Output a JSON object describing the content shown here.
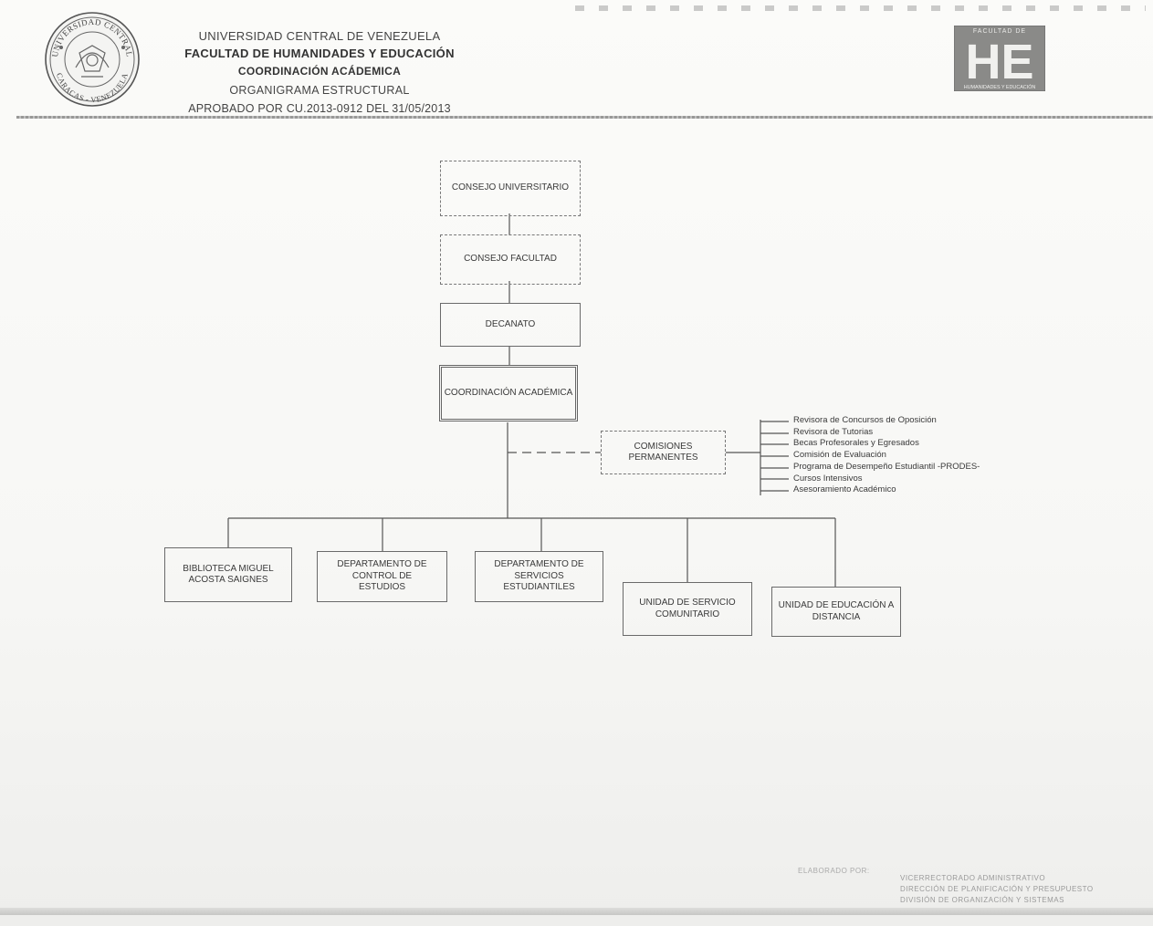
{
  "header": {
    "line1": "UNIVERSIDAD CENTRAL DE VENEZUELA",
    "line2": "FACULTAD DE HUMANIDADES Y EDUCACIÓN",
    "line3": "COORDINACIÓN ACÁDEMICA",
    "line4": "ORGANIGRAMA ESTRUCTURAL",
    "line5": "APROBADO POR CU.2013-0912 DEL 31/05/2013"
  },
  "seal": {
    "top_text": "UNIVERSIDAD CENTRAL",
    "bottom_text": "CARACAS - VENEZUELA"
  },
  "logo": {
    "top_text": "FACULTAD DE",
    "letters": "HE",
    "bottom_text": "HUMANIDADES Y EDUCACIÓN"
  },
  "org": {
    "consejo_universitario": "CONSEJO UNIVERSITARIO",
    "consejo_facultad": "CONSEJO FACULTAD",
    "decanato": "DECANATO",
    "coordinacion": "COORDINACIÓN ACADÉMICA",
    "comisiones": "COMISIONES PERMANENTES",
    "comisiones_items": [
      "Revisora de Concursos de Oposición",
      "Revisora de Tutorias",
      "Becas Profesorales y Egresados",
      "Comisión de Evaluación",
      "Programa de Desempeño Estudiantil -PRODES-",
      "Cursos Intensivos",
      "Asesoramiento Académico"
    ],
    "units": [
      "BIBLIOTECA MIGUEL ACOSTA SAIGNES",
      "DEPARTAMENTO DE CONTROL DE ESTUDIOS",
      "DEPARTAMENTO DE SERVICIOS ESTUDIANTILES",
      "UNIDAD DE SERVICIO COMUNITARIO",
      "UNIDAD DE EDUCACIÓN A DISTANCIA"
    ]
  },
  "footer": {
    "label": "ELABORADO POR:",
    "lines": [
      "VICERRECTORADO ADMINISTRATIVO",
      "DIRECCIÓN DE PLANIFICACIÓN Y PRESUPUESTO",
      "DIVISIÓN DE ORGANIZACIÓN Y SISTEMAS"
    ]
  },
  "colors": {
    "paper": "#fafaf8",
    "ink": "#3a3a3a",
    "box_border": "#6a6a6a"
  }
}
